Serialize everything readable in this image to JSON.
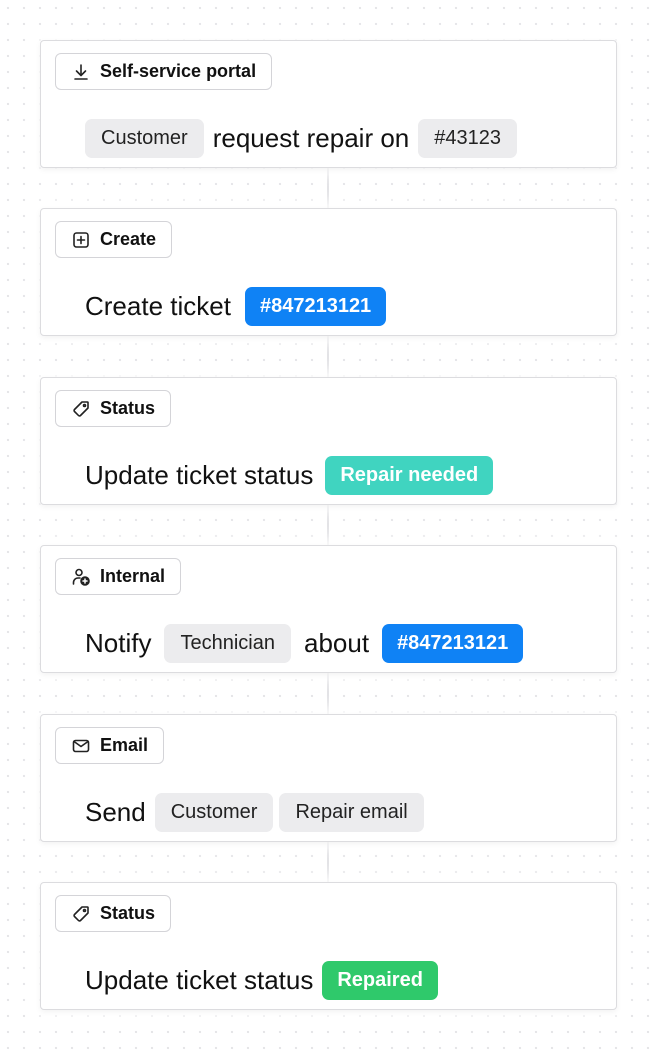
{
  "colors": {
    "ticket_blue": "#0f82f5",
    "repair_needed_teal": "#40d4c0",
    "repaired_green": "#2fc96b",
    "chip_gray": "#ececee"
  },
  "steps": [
    {
      "tag": {
        "icon": "download-icon",
        "label": "Self-service portal"
      },
      "body": {
        "chip1": "Customer",
        "text1": "request repair on",
        "chip2": "#43123"
      }
    },
    {
      "tag": {
        "icon": "plus-square-icon",
        "label": "Create"
      },
      "body": {
        "text1": "Create ticket",
        "pill": "#847213121"
      }
    },
    {
      "tag": {
        "icon": "tag-icon",
        "label": "Status"
      },
      "body": {
        "text1": "Update ticket status",
        "pill": "Repair needed"
      }
    },
    {
      "tag": {
        "icon": "user-add-icon",
        "label": "Internal"
      },
      "body": {
        "text1": "Notify",
        "chip1": "Technician",
        "text2": "about",
        "pill": "#847213121"
      }
    },
    {
      "tag": {
        "icon": "mail-icon",
        "label": "Email"
      },
      "body": {
        "text1": "Send",
        "chip1": "Customer",
        "chip2": "Repair email"
      }
    },
    {
      "tag": {
        "icon": "tag-icon",
        "label": "Status"
      },
      "body": {
        "text1": "Update ticket status",
        "pill": "Repaired"
      }
    }
  ]
}
